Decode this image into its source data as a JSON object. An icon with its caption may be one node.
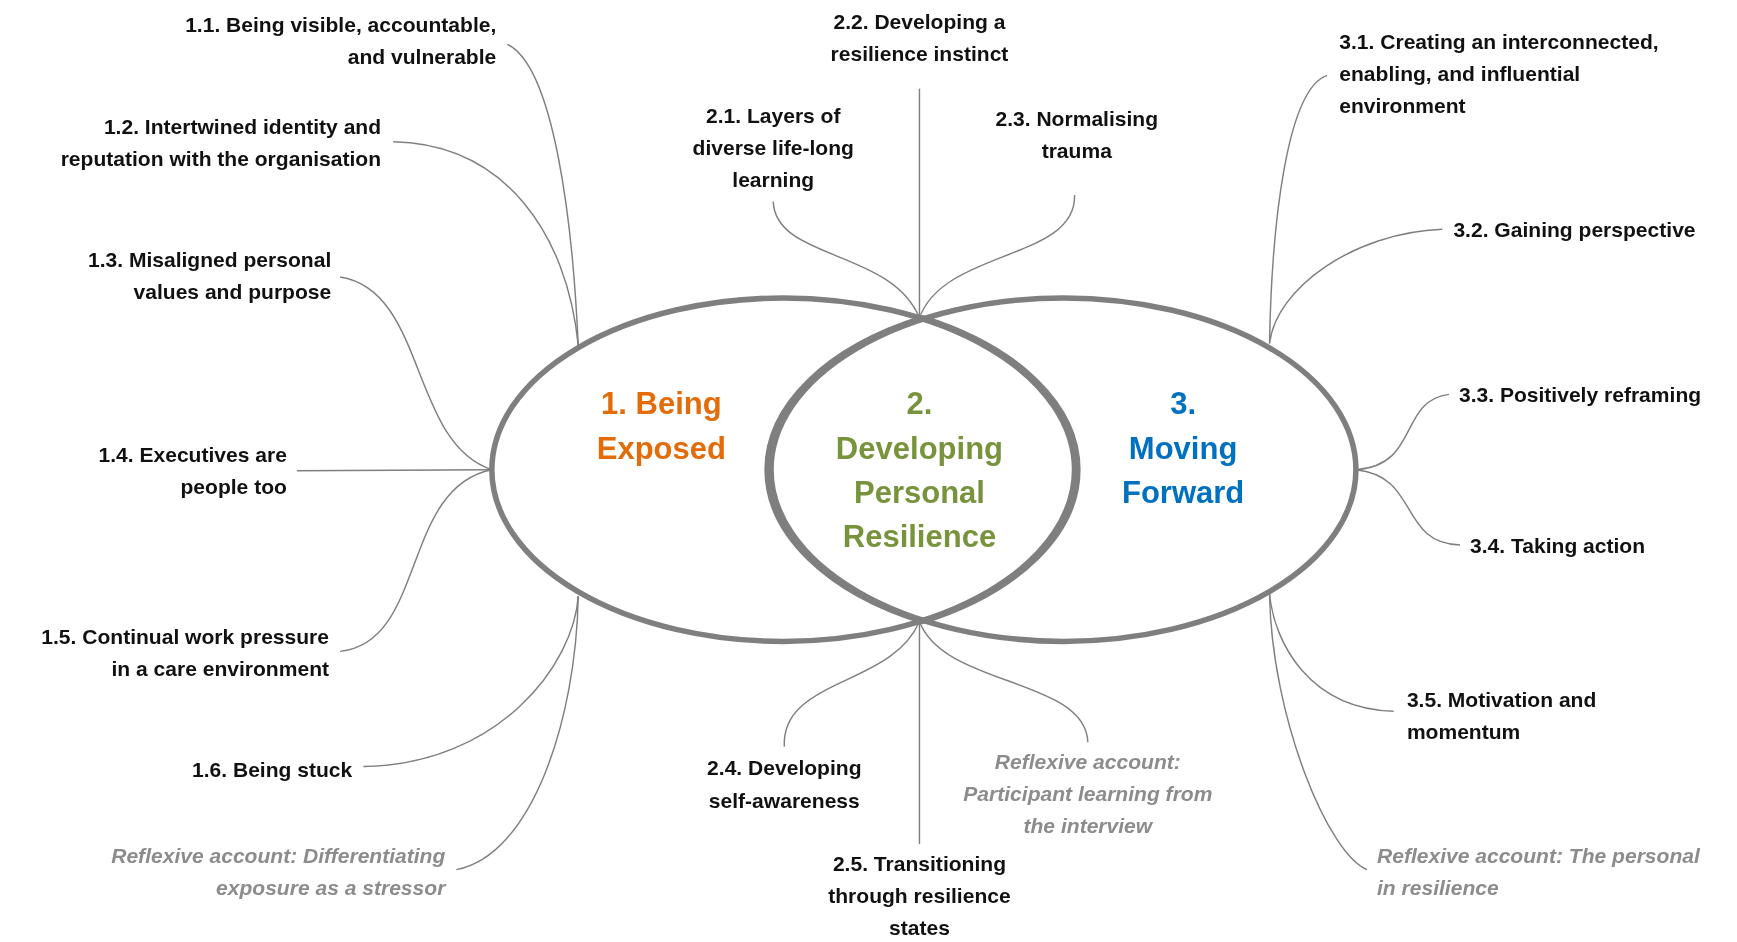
{
  "diagram": {
    "nodes": [
      {
        "text": [
          "1. Being Exposed"
        ]
      },
      {
        "text": [
          "2. Developing Personal Resilience"
        ]
      },
      {
        "text": [
          "3. Moving Forward"
        ]
      },
      {
        "text": [
          "1.1. Being visible, accountable, and vulnerable"
        ]
      },
      {
        "text": [
          "1.2. Intertwined identity and reputation with the organisation"
        ]
      },
      {
        "text": [
          "1.3. Misaligned personal values and purpose"
        ]
      },
      {
        "text": [
          "1.4. Executives are people too"
        ]
      },
      {
        "text": [
          "1.5. Continual work pressure in a care environment"
        ]
      },
      {
        "text": [
          "1.6. Being stuck"
        ]
      },
      {
        "text": [
          "Reflexive account: Differentiating exposure as a stressor"
        ]
      },
      {
        "text": [
          "2.1. Layers of diverse life-long learning"
        ]
      },
      {
        "text": [
          "2.2. Developing a resilience instinct"
        ]
      },
      {
        "text": [
          "2.3. Normalising trauma"
        ]
      },
      {
        "text": [
          "2.4. Developing self-awareness"
        ]
      },
      {
        "text": [
          "2.5. Transitioning through resilience states"
        ]
      },
      {
        "text": [
          "Reflexive account: Participant learning from the interview"
        ]
      },
      {
        "text": [
          "3.1. Creating an interconnected, enabling, and influential environment"
        ]
      },
      {
        "text": [
          "3.2. Gaining perspective"
        ]
      },
      {
        "text": [
          "3.3. Positively reframing"
        ]
      },
      {
        "text": [
          "3.4. Taking action"
        ]
      },
      {
        "text": [
          "3.5. Motivation and momentum"
        ]
      },
      {
        "text": [
          "Reflexive account: The personal in resilience"
        ]
      }
    ],
    "edges": [
      {
        "from": 3,
        "to": 0,
        "arrow": "none"
      },
      {
        "from": 4,
        "to": 0,
        "arrow": "none"
      },
      {
        "from": 5,
        "to": 0,
        "arrow": "none"
      },
      {
        "from": 6,
        "to": 0,
        "arrow": "none"
      },
      {
        "from": 7,
        "to": 0,
        "arrow": "none"
      },
      {
        "from": 8,
        "to": 0,
        "arrow": "none"
      },
      {
        "from": 9,
        "to": 0,
        "arrow": "none"
      },
      {
        "from": 10,
        "to": 1,
        "arrow": "none"
      },
      {
        "from": 11,
        "to": 1,
        "arrow": "none"
      },
      {
        "from": 12,
        "to": 1,
        "arrow": "none"
      },
      {
        "from": 13,
        "to": 1,
        "arrow": "none"
      },
      {
        "from": 14,
        "to": 1,
        "arrow": "none"
      },
      {
        "from": 15,
        "to": 1,
        "arrow": "none"
      },
      {
        "from": 16,
        "to": 2,
        "arrow": "none"
      },
      {
        "from": 17,
        "to": 2,
        "arrow": "none"
      },
      {
        "from": 18,
        "to": 2,
        "arrow": "none"
      },
      {
        "from": 19,
        "to": 2,
        "arrow": "none"
      },
      {
        "from": 20,
        "to": 2,
        "arrow": "none"
      },
      {
        "from": 21,
        "to": 2,
        "arrow": "none"
      }
    ]
  }
}
